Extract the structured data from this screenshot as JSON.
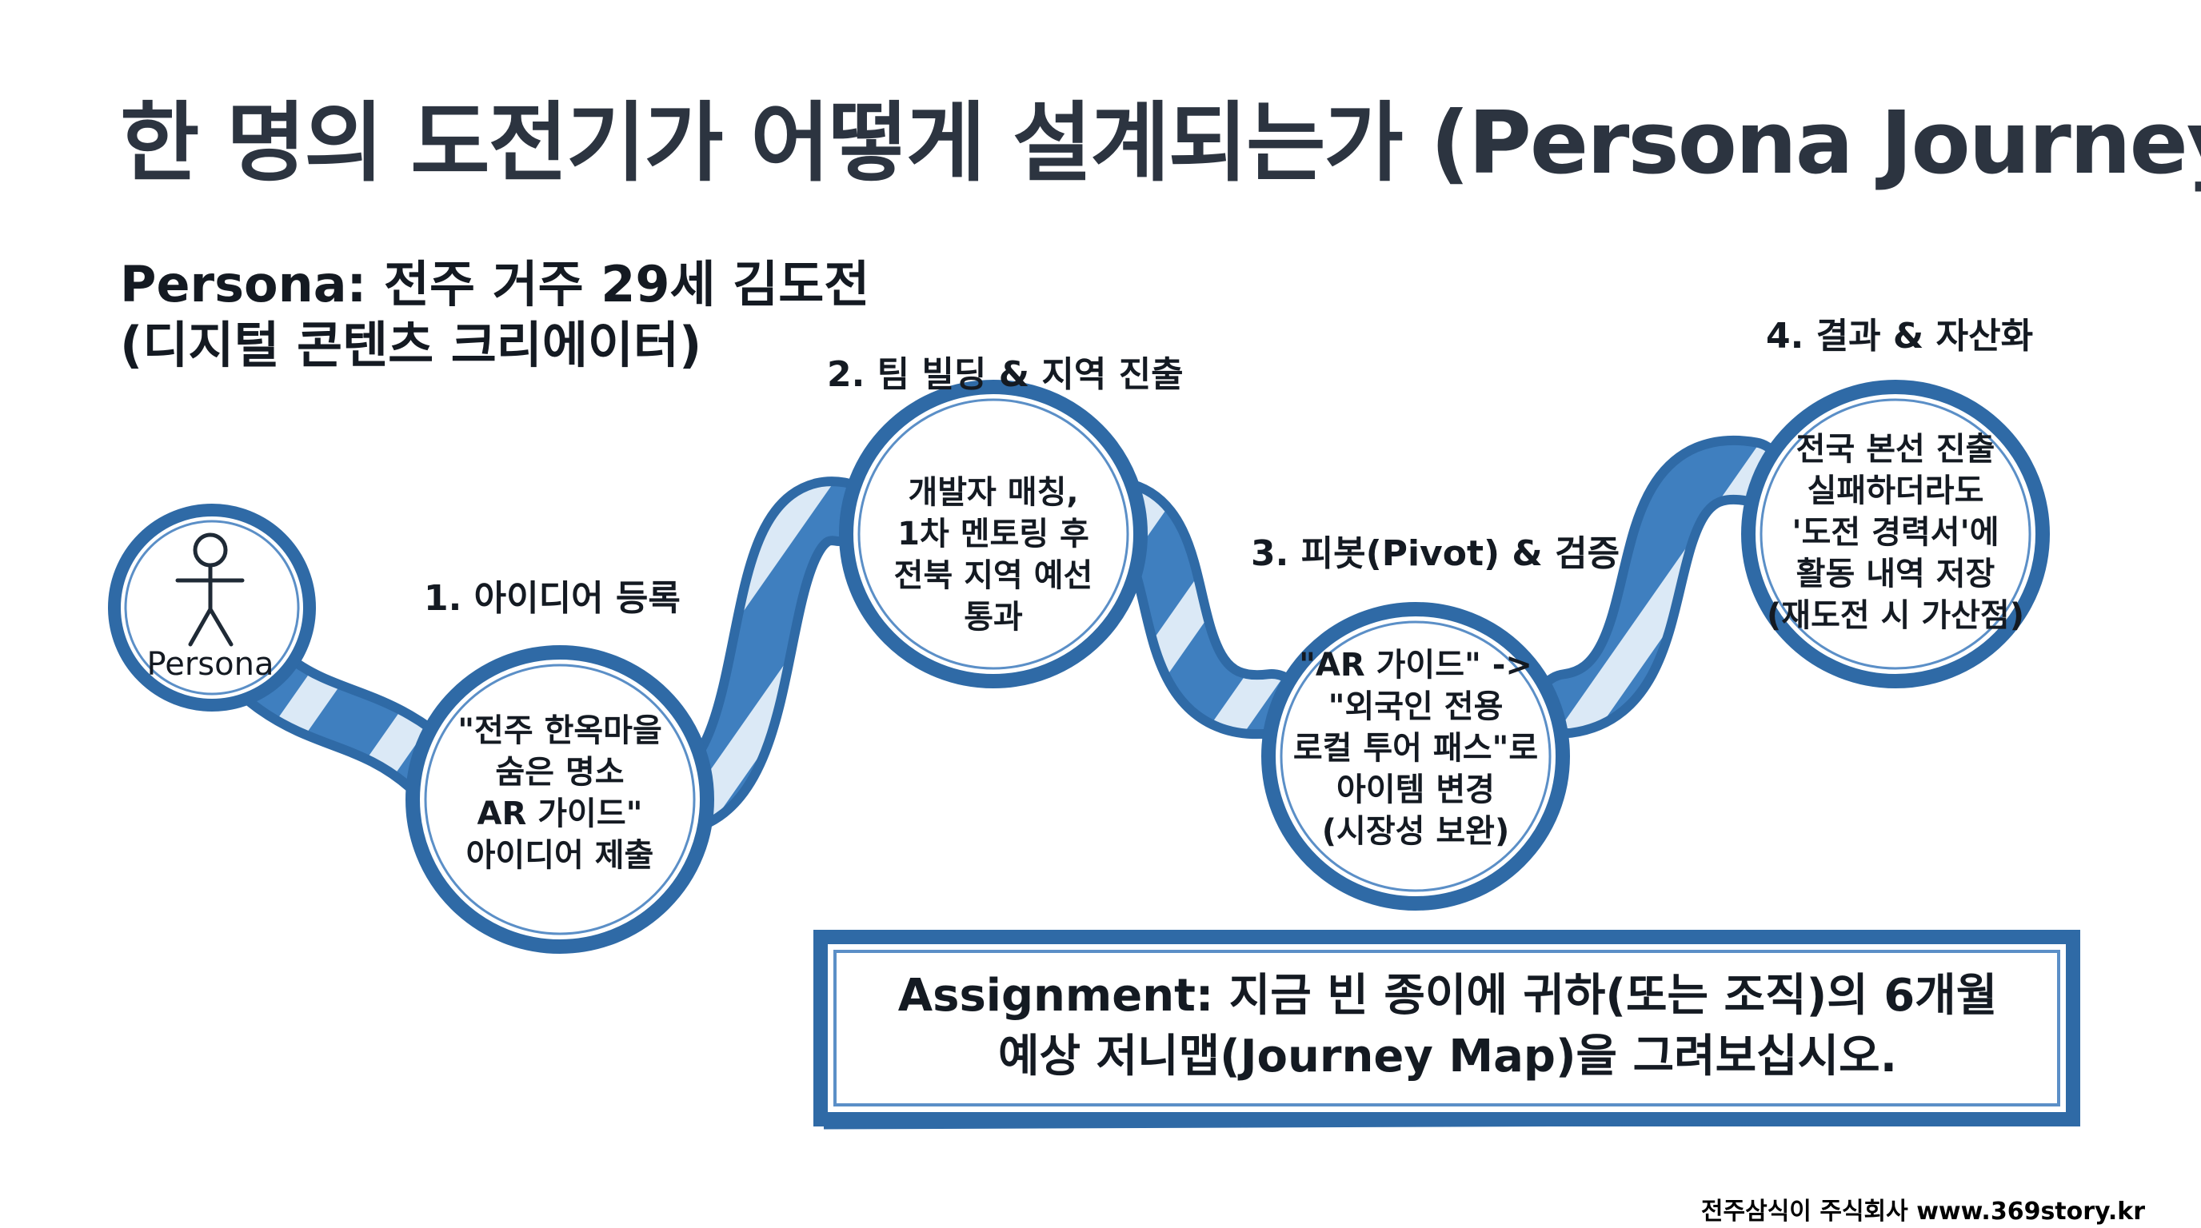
{
  "title": "한 명의 도전기가 어떻게 설계되는가 (Persona Journey)",
  "persona": {
    "heading_line1": "Persona: 전주 거주 29세 김도전",
    "heading_line2": "(디지털 콘텐츠 크리에이터)",
    "icon_label": "Persona"
  },
  "steps": [
    {
      "label": "1. 아이디어 등록",
      "lines": [
        "\"전주 한옥마을",
        "숨은 명소",
        "AR 가이드\"",
        "아이디어 제출"
      ]
    },
    {
      "label": "2. 팀 빌딩 & 지역 진출",
      "lines": [
        "개발자 매칭,",
        "1차 멘토링 후",
        "전북 지역 예선",
        "통과"
      ]
    },
    {
      "label": "3. 피봇(Pivot) & 검증",
      "lines": [
        "\"AR 가이드\" ->",
        "\"외국인 전용",
        "로컬 투어 패스\"로",
        "아이템 변경",
        "(시장성 보완)"
      ]
    },
    {
      "label": "4. 결과 & 자산화",
      "lines": [
        "전국 본선 진출",
        "실패하더라도",
        "'도전 경력서'에",
        "활동 내역 저장",
        "(재도전 시 가산점)"
      ]
    }
  ],
  "assignment": {
    "line1": "Assignment: 지금 빈 종이에 귀하(또는 조직)의 6개월",
    "line2": "예상 저니맵(Journey Map)을 그려보십시오."
  },
  "footer": "전주삼식이 주식회사 www.369story.kr",
  "colors": {
    "accent_blue": "#2f6aa6",
    "light_blue": "#dbe9f6",
    "dark_text": "#141a22"
  }
}
